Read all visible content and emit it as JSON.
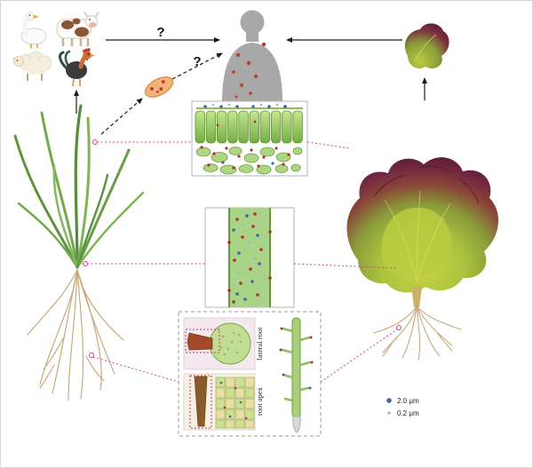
{
  "figure": {
    "description": "Microplastic uptake and trophic transfer diagram: soil particles enter crop roots (wheat, lettuce), translocate through stems to leaves, and may reach livestock and humans",
    "questions": {
      "q1": "?",
      "q2": "?"
    },
    "root_panel": {
      "lateral_root": "lateral root",
      "root_apex": "root apex"
    },
    "legend": {
      "items": [
        {
          "label": "2.0 μm",
          "color": "#3a66a8"
        },
        {
          "label": "0.2 μm",
          "color": "#8fb4dc"
        }
      ]
    },
    "icons": {
      "animals": [
        "goose-icon",
        "cow-icon",
        "sheep-icon",
        "rooster-icon"
      ],
      "human": "human-silhouette-icon",
      "microbe": "protozoa-icon",
      "plants": [
        "wheat-plant",
        "lettuce-plant",
        "lettuce-leaf-piece"
      ]
    },
    "colors": {
      "particle_red": "#c0392b",
      "particle_blue_2um": "#3a66a8",
      "particle_blue_02um": "#8fb4dc",
      "connector_pink": "#d4418e",
      "human_gray": "#a8a8a8"
    }
  }
}
